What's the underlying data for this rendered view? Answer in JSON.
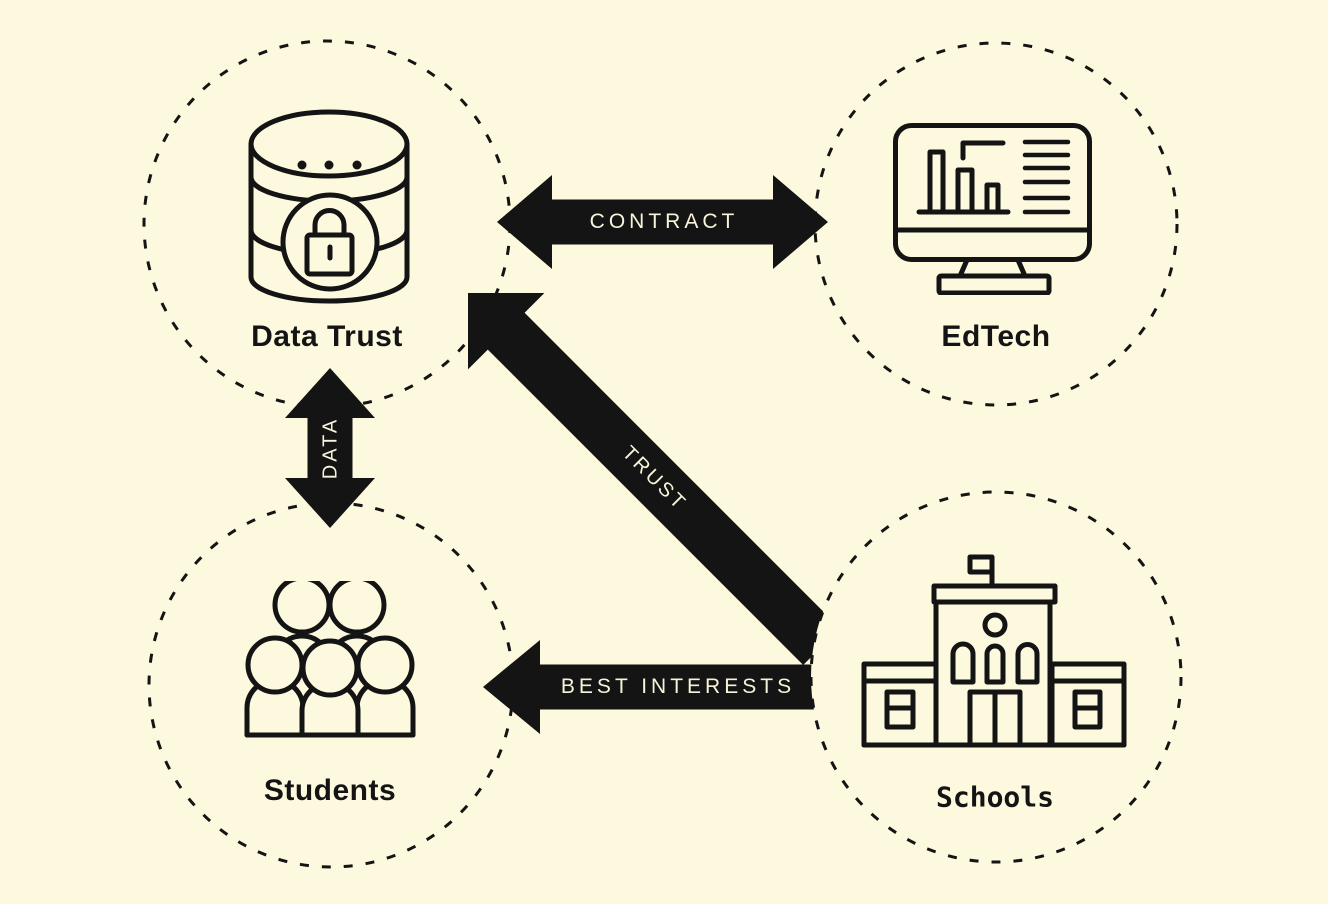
{
  "title": "Data trust relationships diagram",
  "colors": {
    "background": "#FDF9DE",
    "ink": "#141414",
    "arrow_fill": "#141414",
    "arrow_text": "#F7F4D9"
  },
  "nodes": [
    {
      "id": "data-trust",
      "label": "Data Trust",
      "icon": "database-lock-icon"
    },
    {
      "id": "edtech",
      "label": "EdTech",
      "icon": "monitor-chart-icon"
    },
    {
      "id": "students",
      "label": "Students",
      "icon": "people-group-icon"
    },
    {
      "id": "schools",
      "label": "Schools",
      "icon": "school-building-icon"
    }
  ],
  "edges": [
    {
      "id": "contract",
      "label": "CONTRACT",
      "from": "Data Trust",
      "to": "EdTech",
      "style": "double-headed"
    },
    {
      "id": "data",
      "label": "DATA",
      "from": "Data Trust",
      "to": "Students",
      "style": "double-headed"
    },
    {
      "id": "trust",
      "label": "TRUST",
      "from": "Schools",
      "to": "Data Trust",
      "style": "single-headed"
    },
    {
      "id": "best-interests",
      "label": "BEST INTERESTS",
      "from": "Schools",
      "to": "Students",
      "style": "single-headed"
    }
  ]
}
